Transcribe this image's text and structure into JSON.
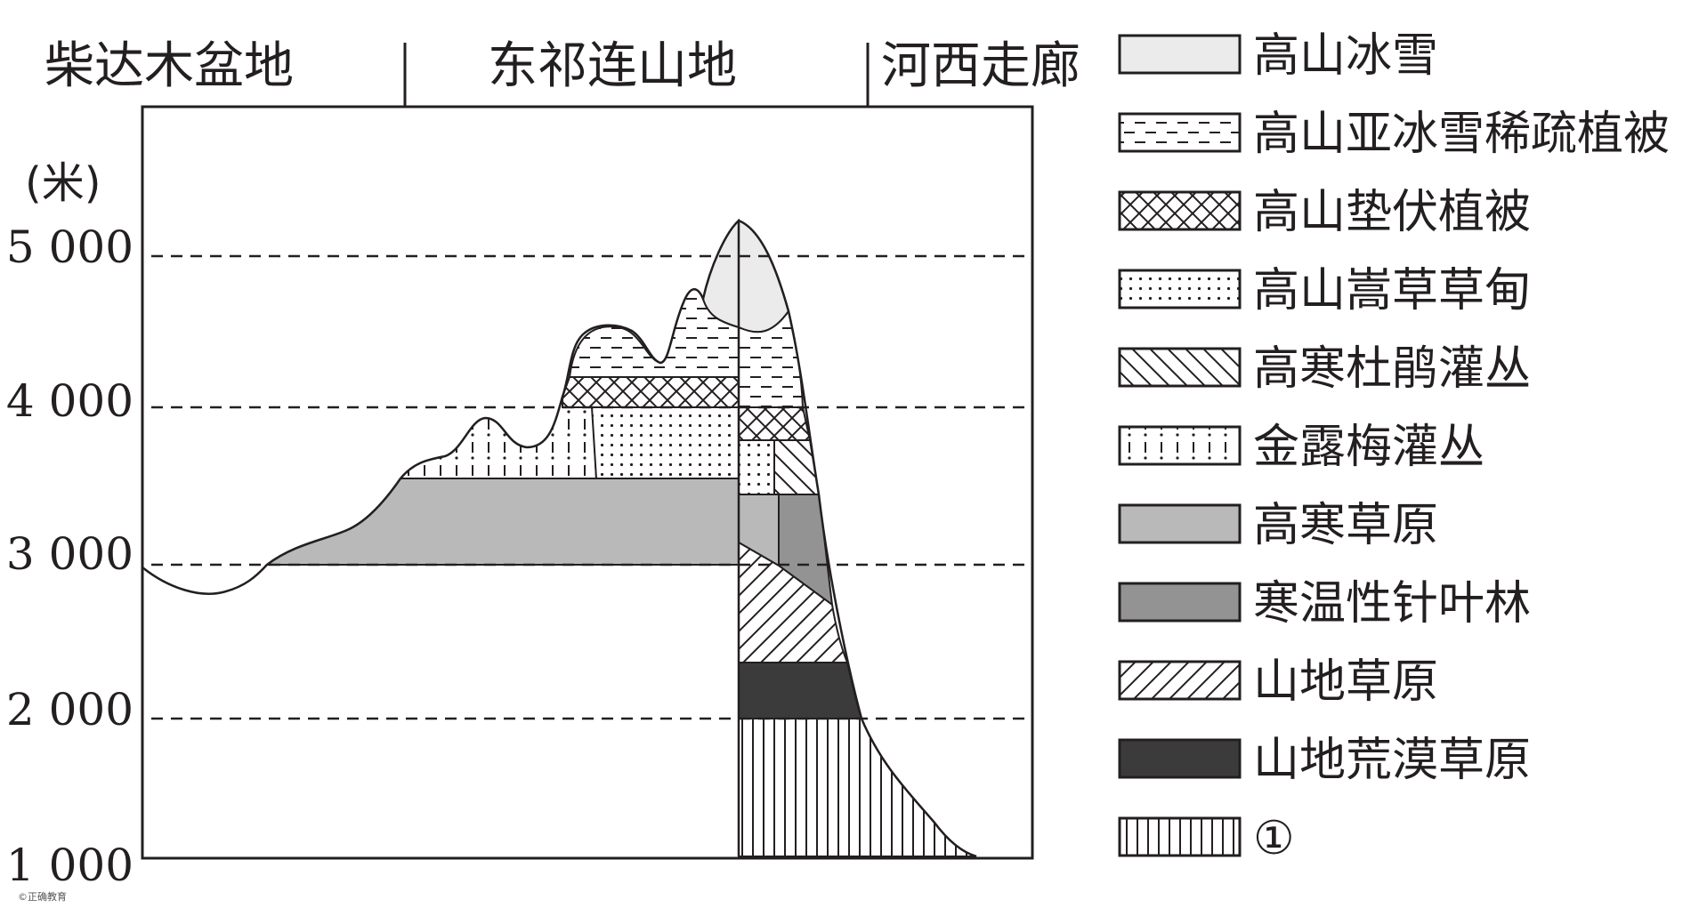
{
  "regions": [
    "柴达木盆地",
    "东祁连山地",
    "河西走廊"
  ],
  "y_axis": {
    "unit": "(米)",
    "ticks": [
      "1 000",
      "2 000",
      "3 000",
      "4 000",
      "5 000"
    ]
  },
  "legend": [
    {
      "id": "alpine-snow",
      "label": "高山冰雪",
      "pattern": "solid-light"
    },
    {
      "id": "alpine-subnival",
      "label": "高山亚冰雪稀疏植被",
      "pattern": "dashes"
    },
    {
      "id": "alpine-cushion",
      "label": "高山垫伏植被",
      "pattern": "crosshatch"
    },
    {
      "id": "alpine-kobresia",
      "label": "高山嵩草草甸",
      "pattern": "dots"
    },
    {
      "id": "alpine-rhododendron",
      "label": "高寒杜鹃灌丛",
      "pattern": "diag-back"
    },
    {
      "id": "potentilla-shrub",
      "label": "金露梅灌丛",
      "pattern": "dash-dot-vertical"
    },
    {
      "id": "alpine-steppe",
      "label": "高寒草原",
      "pattern": "solid-gray"
    },
    {
      "id": "conifer-forest",
      "label": "寒温性针叶林",
      "pattern": "solid-darkgray"
    },
    {
      "id": "mountain-steppe",
      "label": "山地草原",
      "pattern": "diag-forward"
    },
    {
      "id": "mountain-desert-steppe",
      "label": "山地荒漠草原",
      "pattern": "solid-black"
    },
    {
      "id": "unknown-1",
      "label": "①",
      "pattern": "vertical-lines"
    }
  ],
  "colors": {
    "ink": "#231f20",
    "snow": "#ebebeb",
    "steppe": "#b9b9b9",
    "forest": "#939393",
    "black": "#3b3b3b"
  },
  "watermark": "©正确教育"
}
